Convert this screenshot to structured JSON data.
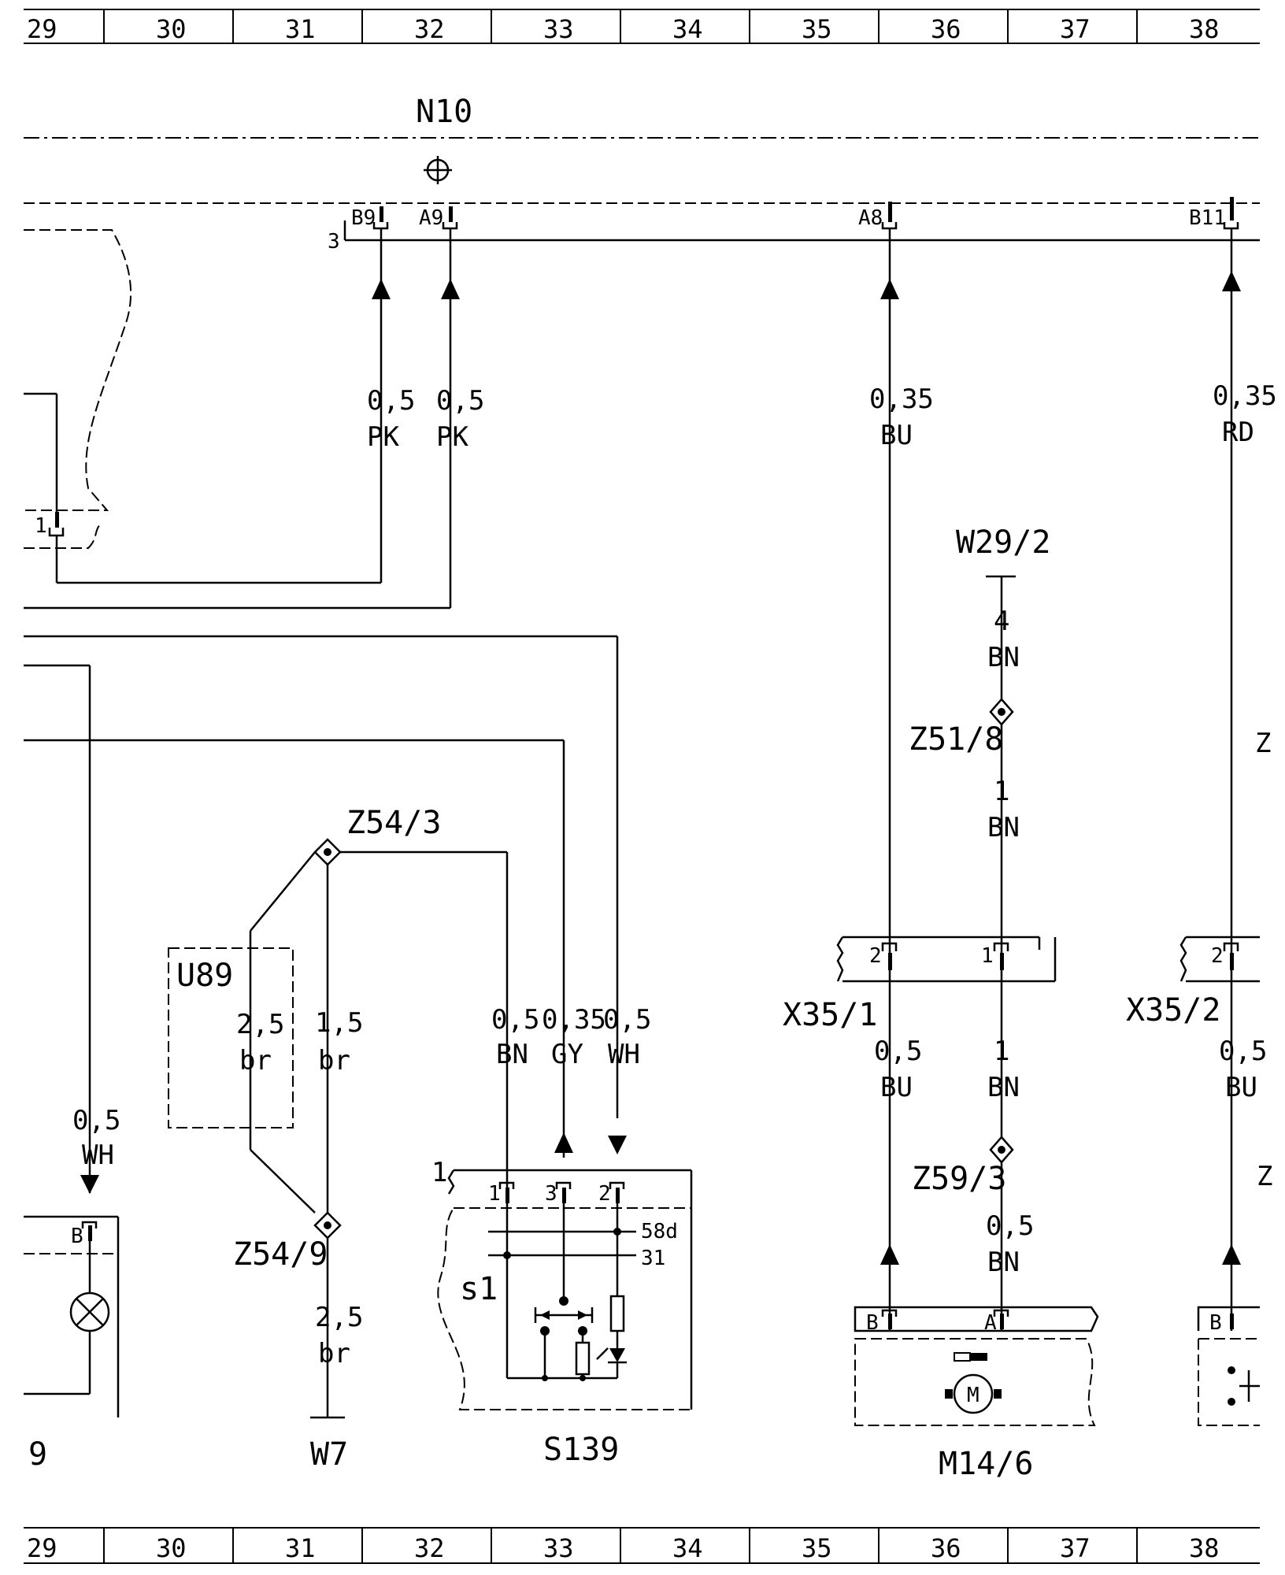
{
  "ruler": {
    "columns": [
      "29",
      "30",
      "31",
      "32",
      "33",
      "34",
      "35",
      "36",
      "37",
      "38"
    ]
  },
  "components": {
    "n10": "N10",
    "u89": "U89",
    "w7": "W7",
    "s139": "S139",
    "m14_6": "M14/6",
    "x35_1": "X35/1",
    "x35_2": "X35/2",
    "w29_2": "W29/2",
    "z54_3": "Z54/3",
    "z54_9": "Z54/9",
    "z51_8": "Z51/8",
    "z59_3": "Z59/3",
    "left_cut": "9",
    "s1": "s1",
    "z_cut_upper": "Z",
    "z_cut_lower": "Z"
  },
  "pins": {
    "b9": "B9",
    "a9": "A9",
    "a8": "A8",
    "b11": "B11",
    "n10_conn": "3",
    "left_1": "1",
    "s139_conn": "1",
    "s139_p1": "1",
    "s139_p3": "3",
    "s139_p2": "2",
    "t58d": "58d",
    "t31": "31",
    "x351_p2": "2",
    "x351_p1": "1",
    "x352_p2": "2",
    "m146_b": "B",
    "m146_a": "A",
    "left_b": "B",
    "right_b": "B",
    "motor": "M"
  },
  "wires": {
    "b9_size": "0,5",
    "b9_color": "PK",
    "a9_size": "0,5",
    "a9_color": "PK",
    "a8_size": "0,35",
    "a8_color": "BU",
    "b11_size": "0,35",
    "b11_color": "RD",
    "w292_size": "4",
    "w292_color": "BN",
    "z518_size": "1",
    "z518_color": "BN",
    "u89_size": "2,5",
    "u89_color": "br",
    "z543_size": "1,5",
    "z543_color": "br",
    "s139_1_size": "0,5",
    "s139_1_color": "BN",
    "s139_3_size": "0,35",
    "s139_3_color": "GY",
    "s139_2_size": "0,5",
    "s139_2_color": "WH",
    "left_size": "0,5",
    "left_color": "WH",
    "w7_size": "2,5",
    "w7_color": "br",
    "x351_b_size": "0,5",
    "x351_b_color": "BU",
    "x351_a_size": "1",
    "x351_a_color": "BN",
    "z593_size": "0,5",
    "z593_color": "BN",
    "x352_size": "0,5",
    "x352_color": "BU"
  }
}
